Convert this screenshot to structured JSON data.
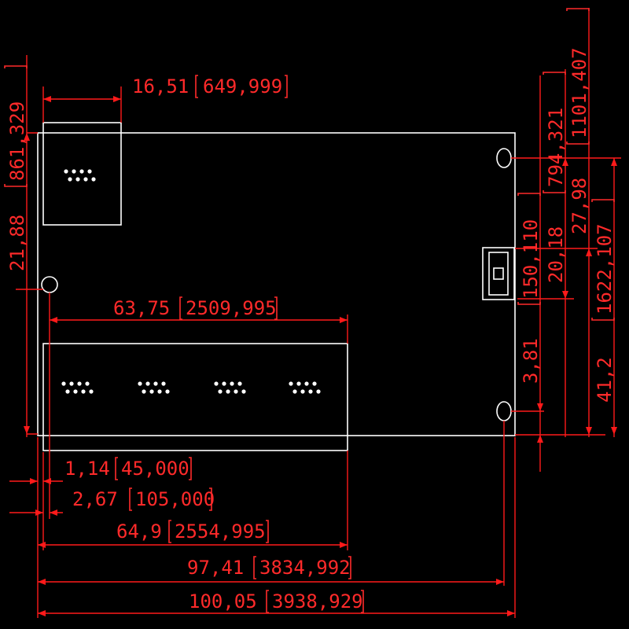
{
  "drawing": {
    "background_color": "#000000",
    "outline_color": "#ffffff",
    "dimension_color": "#ff1a1a",
    "units": "mm [mil]"
  },
  "dimensions": {
    "width_16_51": {
      "value": "16,51",
      "bracket": "649,999"
    },
    "height_21_88": {
      "value": "21,88",
      "bracket": "861,329"
    },
    "width_63_75": {
      "value": "63,75",
      "bracket": "2509,995"
    },
    "offset_1_14": {
      "value": "1,14",
      "bracket": "45,000"
    },
    "offset_2_67": {
      "value": "2,67",
      "bracket": "105,000"
    },
    "width_64_9": {
      "value": "64,9",
      "bracket": "2554,995"
    },
    "width_97_41": {
      "value": "97,41",
      "bracket": "3834,992"
    },
    "width_100_05": {
      "value": "100,05",
      "bracket": "3938,929"
    },
    "height_3_81": {
      "value": "3,81",
      "bracket": "150,110"
    },
    "height_20_18": {
      "value": "20,18",
      "bracket": "794,321"
    },
    "height_27_98": {
      "value": "27,98",
      "bracket": "1101,407"
    },
    "height_41_2": {
      "value": "41,2",
      "bracket": "1622,107"
    }
  }
}
